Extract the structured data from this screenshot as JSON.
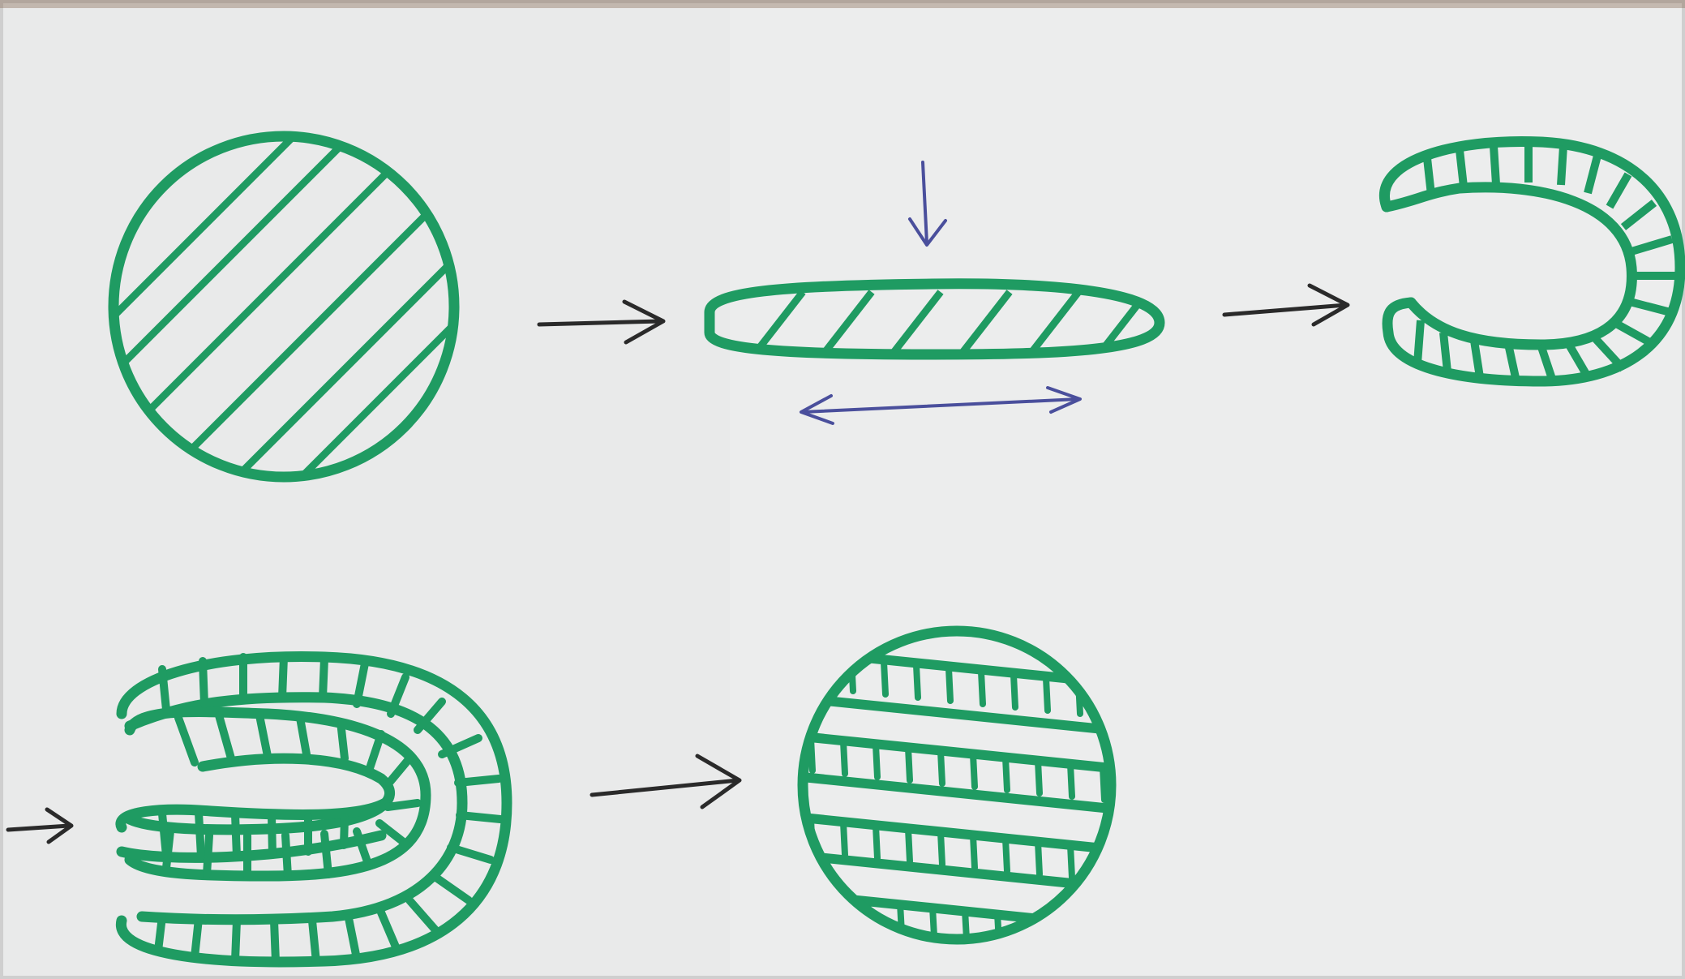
{
  "colors": {
    "paper": "#e9eaea",
    "paper_edge": "#f3f3f3",
    "green_ink": "#1f9b62",
    "black_ink": "#2a2a2a",
    "blue_ink": "#4a4f9c",
    "border": "#cfcfcf"
  },
  "steps": [
    {
      "id": "ball",
      "shape": "circle with diagonal hatching"
    },
    {
      "id": "flattened-sheet",
      "shape": "flat ellipse with diagonal hatching"
    },
    {
      "id": "folded-u",
      "shape": "u-shape with transverse hatching"
    },
    {
      "id": "double-folded",
      "shape": "nested folds with segmented layers"
    },
    {
      "id": "layered-ball",
      "shape": "circle with segmented horizontal layers"
    }
  ],
  "annotations": [
    {
      "id": "press-arrow",
      "icon": "down-arrow-icon",
      "meaning": "compression"
    },
    {
      "id": "stretch-arrow",
      "icon": "double-headed-arrow-icon",
      "meaning": "elongation"
    }
  ]
}
